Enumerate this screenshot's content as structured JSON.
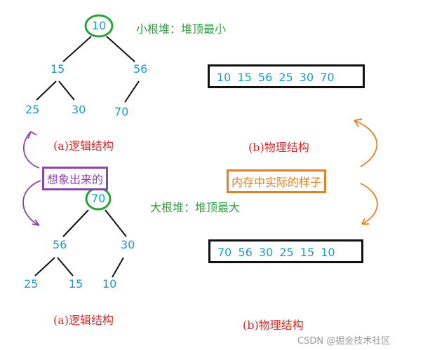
{
  "min_heap": {
    "title": "小根堆：堆顶最小",
    "nodes": [
      "10",
      "15",
      "56",
      "25",
      "30",
      "70"
    ],
    "array": "10 15 56 25 30 70",
    "logical_caption": "(a)逻辑结构",
    "physical_caption": "(b)物理结构"
  },
  "max_heap": {
    "title": "大根堆：堆顶最大",
    "nodes": [
      "70",
      "56",
      "30",
      "25",
      "15",
      "10"
    ],
    "array": "70 56 30 25 15 10",
    "logical_caption": "(a)逻辑结构",
    "physical_caption": "(b)物理结构"
  },
  "labels": {
    "imagined": "想象出来的",
    "in_memory": "内存中实际的样子"
  },
  "watermark": "CSDN @掘金技术社区",
  "colors": {
    "node_text": "#1a9bc4",
    "root_circle": "#2aa33a",
    "caption": "#d42a2a",
    "purple": "#8e44ad",
    "orange": "#e67e22"
  }
}
